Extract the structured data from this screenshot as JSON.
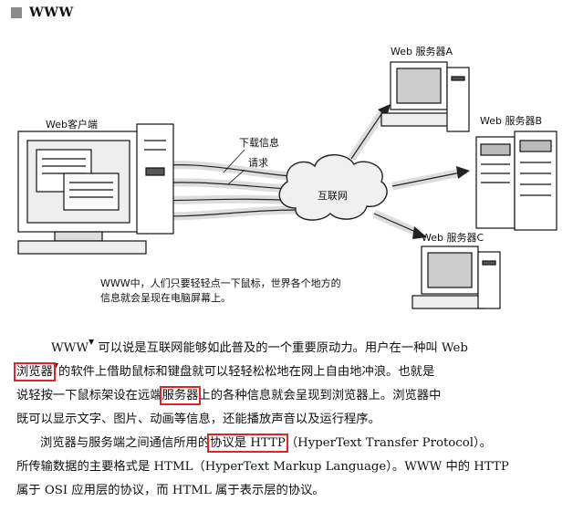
{
  "heading": {
    "text": "WWW"
  },
  "figure": {
    "client_label": "Web客户端",
    "server_a_label": "Web 服务器A",
    "server_b_label": "Web 服务器B",
    "server_c_label": "Web 服务器C",
    "download_label": "下载信息",
    "request_label": "请求",
    "internet_label": "互联网",
    "caption_line1": "WWW中，人们只要轻轻点一下鼠标，世界各个地方的",
    "caption_line2": "信息就会呈现在电脑屏幕上。"
  },
  "body": {
    "p1_l1_a": "WWW",
    "p1_l1_b": " 可以说是互联网能够如此普及的一个重要原动力。用户在一种叫 Web",
    "p1_l2_boxed": "浏览器",
    "p1_l2_rest": "的软件上借助鼠标和键盘就可以轻轻松松地在网上自由地冲浪。也就是",
    "p1_l3_a": "说轻按一下鼠标架设在远端",
    "p1_l3_boxed": "服务器",
    "p1_l3_b": "上的各种信息就会呈现到浏览器上。浏览器中",
    "p1_l4": "既可以显示文字、图片、动画等信息，还能播放声音以及运行程序。",
    "p2_l1_a": "浏览器与服务端之间通信所用的",
    "p2_l1_boxed": "协议是 HTTP",
    "p2_l1_b": "（HyperText Transfer Protocol）。",
    "p2_l2": "所传输数据的主要格式是 HTML（HyperText Markup Language）。WWW 中的 HTTP",
    "p2_l3": "属于 OSI 应用层的协议，而 HTML 属于表示层的协议。",
    "triangle": "▼"
  },
  "colors": {
    "highlight_box": "#e02424",
    "heading_square": "#8a8a8a"
  }
}
